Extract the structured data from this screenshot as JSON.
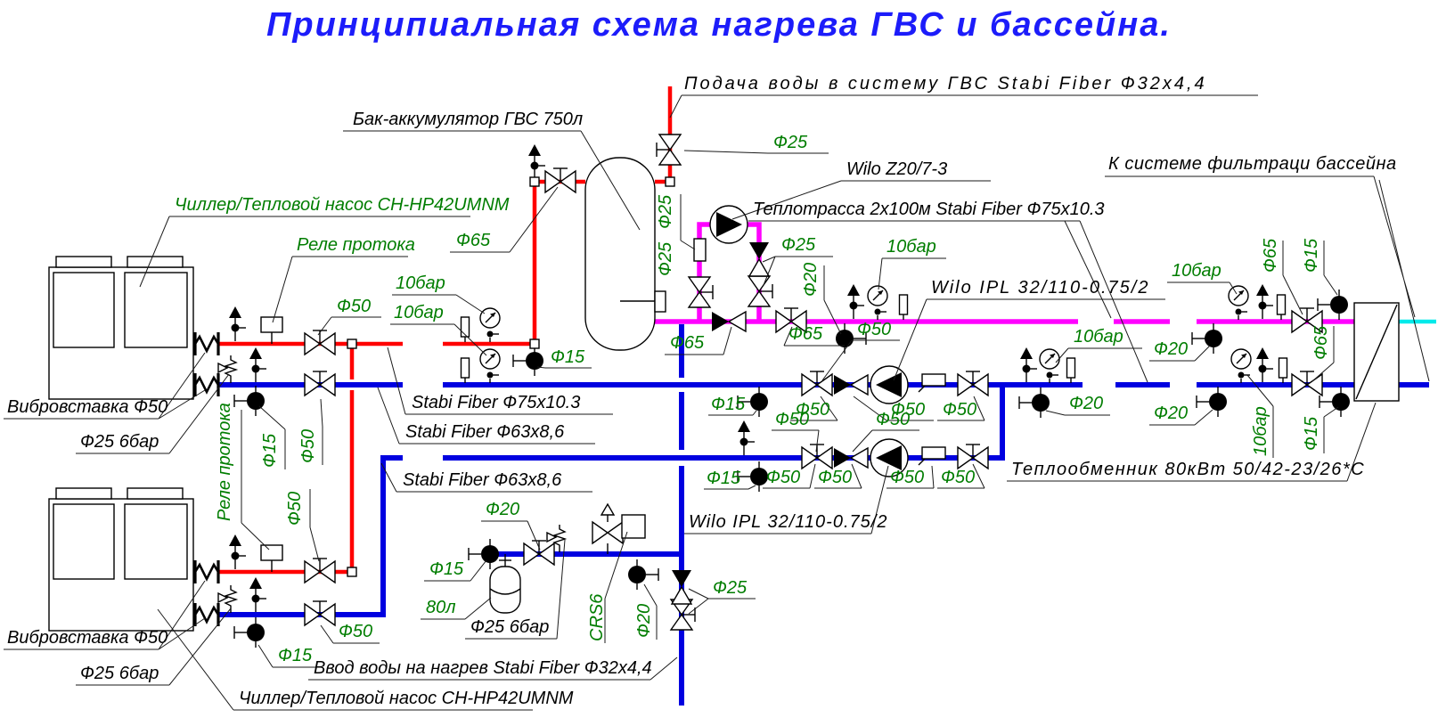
{
  "title": "Принципиальная схема нагрева ГВС и бассейна.",
  "colors": {
    "title_blue": "#1c1cfa",
    "pipe_red": "#ff0000",
    "pipe_blue": "#0000e0",
    "pipe_magenta": "#ff00ff",
    "pipe_cyan": "#00eaea",
    "label_green": "#007d00",
    "label_black": "#000000"
  },
  "labels": {
    "supply_line": "Подача воды в систему ГВС Stabi Fiber Ф32х4,4",
    "tank": "Бак-аккумулятор ГВС 750л",
    "chiller": "Чиллер/Тепловой насос CH-HP42UMNM",
    "flow_relay": "Реле протока",
    "vibro_insert": "Вибровставка Ф50",
    "wilo_z": "Wilo Z20/7-3",
    "heat_route": "Теплотрасса 2х100м Stabi Fiber Ф75х10.3",
    "wilo_ipl": "Wilo IPL 32/110-0.75/2",
    "pool_filter": "К системе фильтраци бассейна",
    "heat_exchanger": "Теплообменник 80кВт 50/42-23/26*С",
    "stabi75": "Stabi Fiber Ф75x10.3",
    "stabi63": "Stabi Fiber Ф63х8,6",
    "water_inlet": "Ввод воды на нагрев Stabi Fiber Ф32х4,4",
    "vessel_80l": "80л",
    "crs6": "CRS6",
    "f25_6bar": "Ф25 6бар"
  },
  "dims": {
    "d15": "Ф15",
    "d20": "Ф20",
    "d25": "Ф25",
    "d50": "Ф50",
    "d65": "Ф65",
    "bar10": "10бар"
  }
}
